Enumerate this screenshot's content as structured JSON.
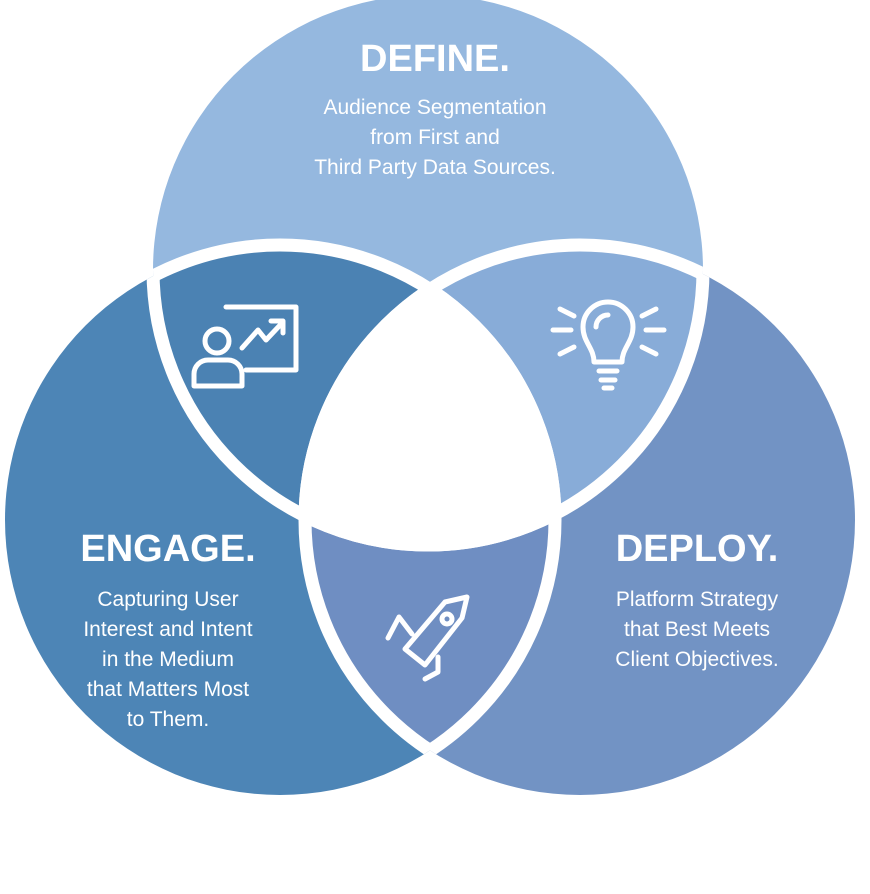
{
  "colors": {
    "define": "#95b8df",
    "engage": "#4d85b6",
    "deploy": "#7293c4",
    "define_engage_overlap": "#4b82b3",
    "define_deploy_overlap": "#88acd8",
    "engage_deploy_overlap": "#6f8ec2",
    "gap": "#ffffff"
  },
  "define": {
    "title": "DEFINE.",
    "lines": [
      "Audience Segmentation",
      "from First and",
      "Third Party Data Sources."
    ]
  },
  "engage": {
    "title": "ENGAGE.",
    "lines": [
      "Capturing User",
      "Interest and Intent",
      "in the Medium",
      "that Matters Most",
      "to Them."
    ]
  },
  "deploy": {
    "title": "DEPLOY.",
    "lines": [
      "Platform Strategy",
      "that Best Meets",
      "Client Objectives."
    ]
  },
  "icons": {
    "define_engage": "presentation-icon",
    "define_deploy": "lightbulb-icon",
    "engage_deploy": "rocket-icon"
  }
}
